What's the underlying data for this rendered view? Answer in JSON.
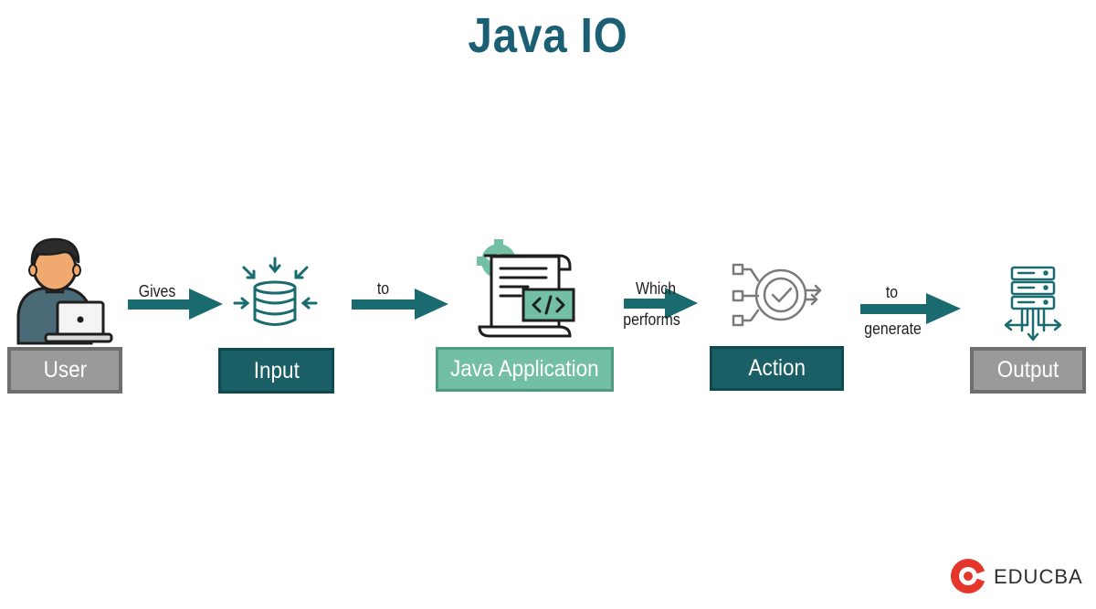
{
  "title": "Java IO",
  "nodes": {
    "user": "User",
    "input": "Input",
    "app": "Java Application",
    "action": "Action",
    "output": "Output"
  },
  "edges": {
    "e1": "Gives",
    "e2": "to",
    "e3_line1": "Which",
    "e3_line2": "performs",
    "e4_line1": "to",
    "e4_line2": "generate"
  },
  "brand": "EDUCBA",
  "colors": {
    "title": "#1a5f73",
    "teal": "#1a5f66",
    "green": "#72bfa3",
    "gray": "#9a9a9a",
    "arrow": "#1a6b70",
    "logo_red": "#e5362b"
  },
  "icons": {
    "user": "person-with-laptop-icon",
    "input": "database-input-icon",
    "app": "code-document-gear-icon",
    "action": "process-check-icon",
    "output": "server-output-icon",
    "brand": "educba-logo-icon"
  }
}
